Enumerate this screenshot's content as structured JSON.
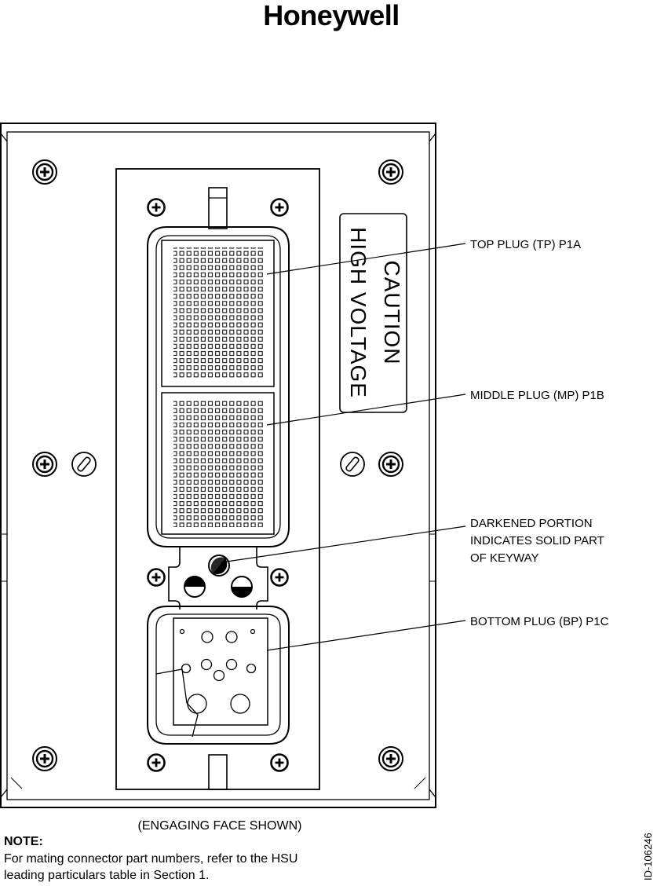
{
  "brand": "Honeywell",
  "caution": {
    "line1": "CAUTION",
    "line2": "HIGH VOLTAGE"
  },
  "callouts": {
    "top_plug": "TOP PLUG (TP) P1A",
    "middle_plug": "MIDDLE PLUG (MP) P1B",
    "keyway": [
      "DARKENED PORTION",
      "INDICATES SOLID PART",
      "OF KEYWAY"
    ],
    "bottom_plug": "BOTTOM PLUG (BP) P1C"
  },
  "caption": "(ENGAGING FACE SHOWN)",
  "note": {
    "heading": "NOTE:",
    "lines": [
      "For mating connector part numbers, refer to the HSU",
      "leading particulars table in Section 1."
    ]
  },
  "figure_id": "ID-106246"
}
